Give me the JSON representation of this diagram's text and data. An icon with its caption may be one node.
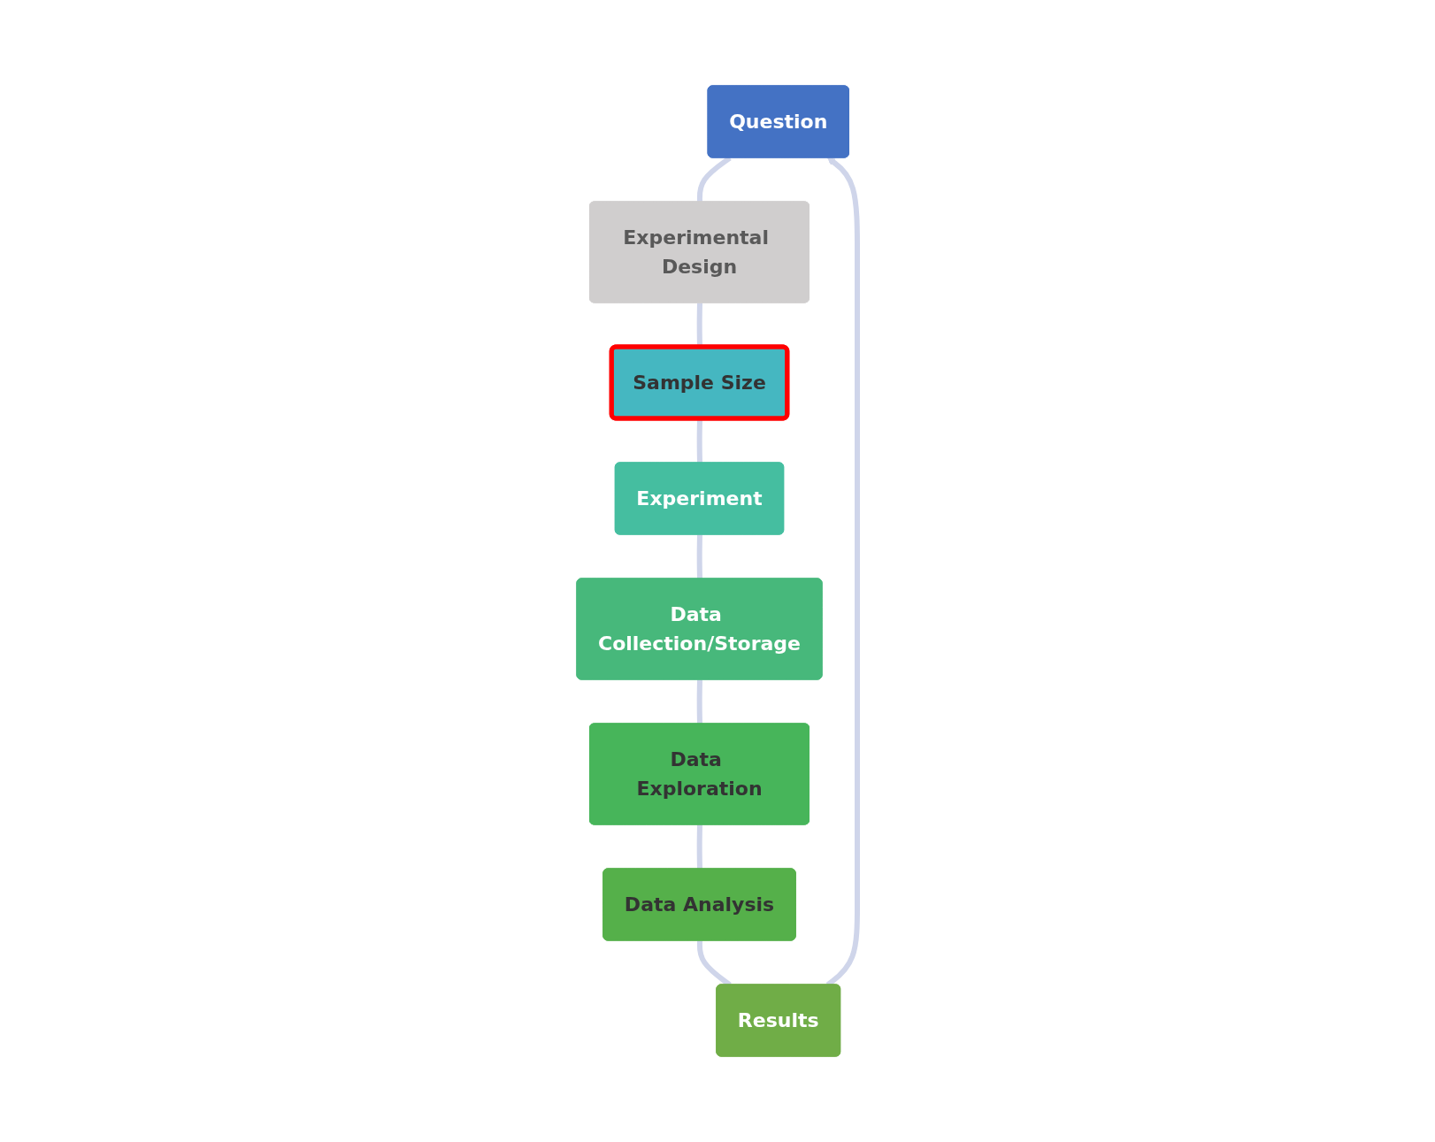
{
  "diagram": {
    "nodes": [
      {
        "text": [
          "Question"
        ]
      },
      {
        "text": [
          "Experimental Design"
        ]
      },
      {
        "text": [
          "Sample Size"
        ]
      },
      {
        "text": [
          "Experiment"
        ]
      },
      {
        "text": [
          "Data Collection/Storage"
        ]
      },
      {
        "text": [
          "Data Exploration"
        ]
      },
      {
        "text": [
          "Data Analysis"
        ]
      },
      {
        "text": [
          "Results"
        ]
      }
    ],
    "edges": [
      {
        "from": 0,
        "to": 1,
        "arrow": "none"
      },
      {
        "from": 1,
        "to": 2,
        "arrow": "none"
      },
      {
        "from": 2,
        "to": 3,
        "arrow": "none"
      },
      {
        "from": 3,
        "to": 4,
        "arrow": "none"
      },
      {
        "from": 4,
        "to": 5,
        "arrow": "none"
      },
      {
        "from": 5,
        "to": 6,
        "arrow": "none"
      },
      {
        "from": 6,
        "to": 7,
        "arrow": "none"
      },
      {
        "from": 7,
        "to": 0,
        "arrow": "to"
      }
    ]
  }
}
